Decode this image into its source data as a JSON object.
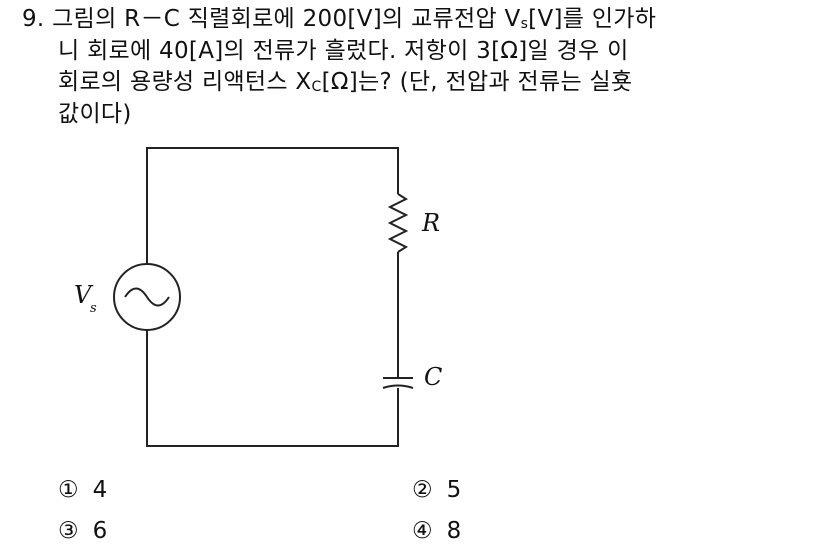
{
  "question": {
    "number": "9.",
    "line1_a": "그림의 R－C 직렬회로에 200[V]의 교류전압 V",
    "line1_sub": "s",
    "line1_b": "[V]를 인가하",
    "line2": "니 회로에 40[A]의 전류가 흘렀다. 저항이 3[Ω]일 경우 이",
    "line3_a": "회로의 용량성 리액턴스 X",
    "line3_sub": "C",
    "line3_b": "[Ω]는? (단, 전압과 전류는 실횻",
    "line4": "값이다)"
  },
  "circuit": {
    "source_label": "V",
    "source_sub": "s",
    "resistor_label": "R",
    "capacitor_label": "C"
  },
  "options": [
    {
      "marker": "①",
      "value": "4"
    },
    {
      "marker": "②",
      "value": "5"
    },
    {
      "marker": "③",
      "value": "6"
    },
    {
      "marker": "④",
      "value": "8"
    }
  ]
}
